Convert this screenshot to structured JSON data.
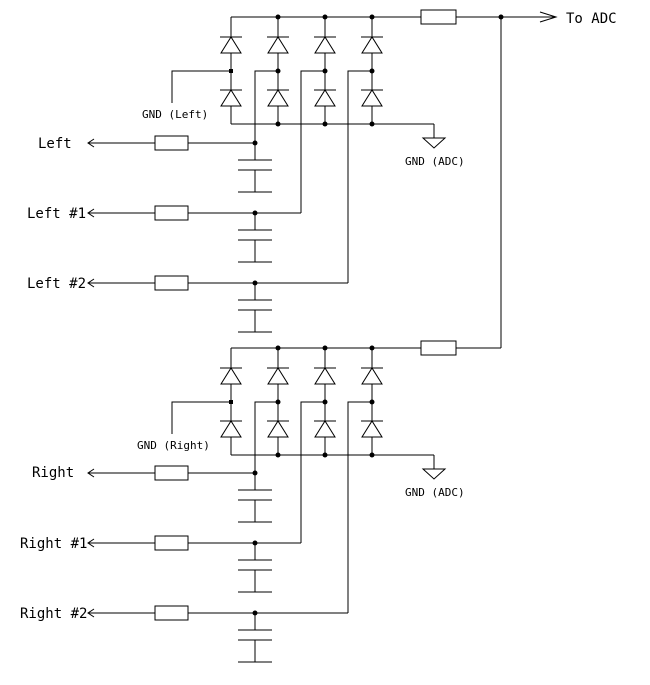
{
  "labels": {
    "to_adc": "To ADC",
    "left": "Left",
    "left_1": "Left #1",
    "left_2": "Left #2",
    "gnd_left": "GND (Left)",
    "gnd_adc_top": "GND (ADC)",
    "right": "Right",
    "right_1": "Right #1",
    "right_2": "Right #2",
    "gnd_right": "GND (Right)",
    "gnd_adc_bottom": "GND (ADC)"
  }
}
